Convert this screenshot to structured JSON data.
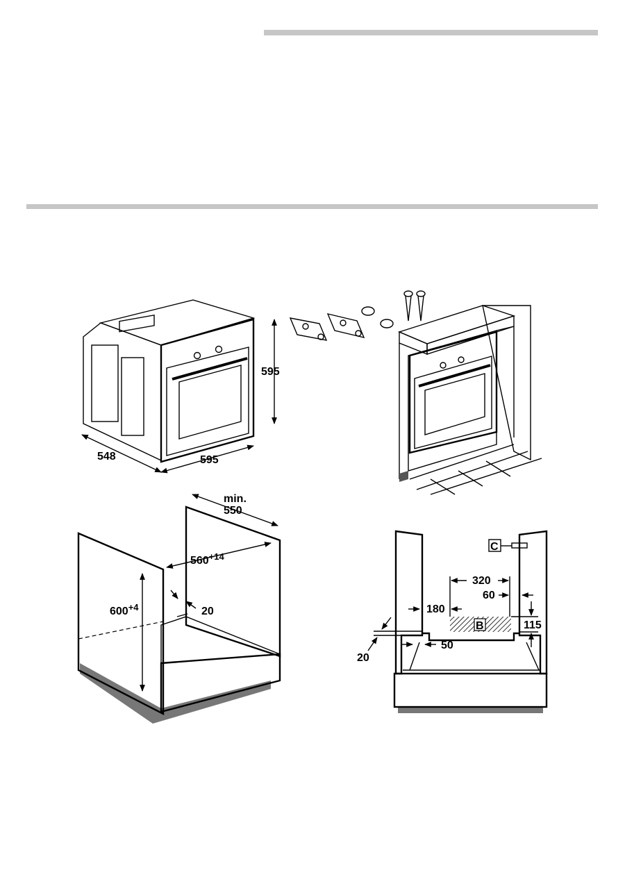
{
  "colors": {
    "rule": "#c6c6c6",
    "panel": "#d9d9d9",
    "plinth": "#8a8a8a"
  },
  "figure_oven": {
    "depth": "548",
    "width": "595",
    "height": "595"
  },
  "figure_cabinet_side": {
    "min_label": "min.",
    "depth": "550",
    "width_base": "560",
    "width_tol": "+14",
    "height_base": "600",
    "height_tol": "+4",
    "gap": "20"
  },
  "figure_cabinet_front": {
    "label_c": "C",
    "label_b": "B",
    "d320": "320",
    "d60": "60",
    "d180": "180",
    "d115": "115",
    "d20": "20",
    "d50": "50"
  }
}
